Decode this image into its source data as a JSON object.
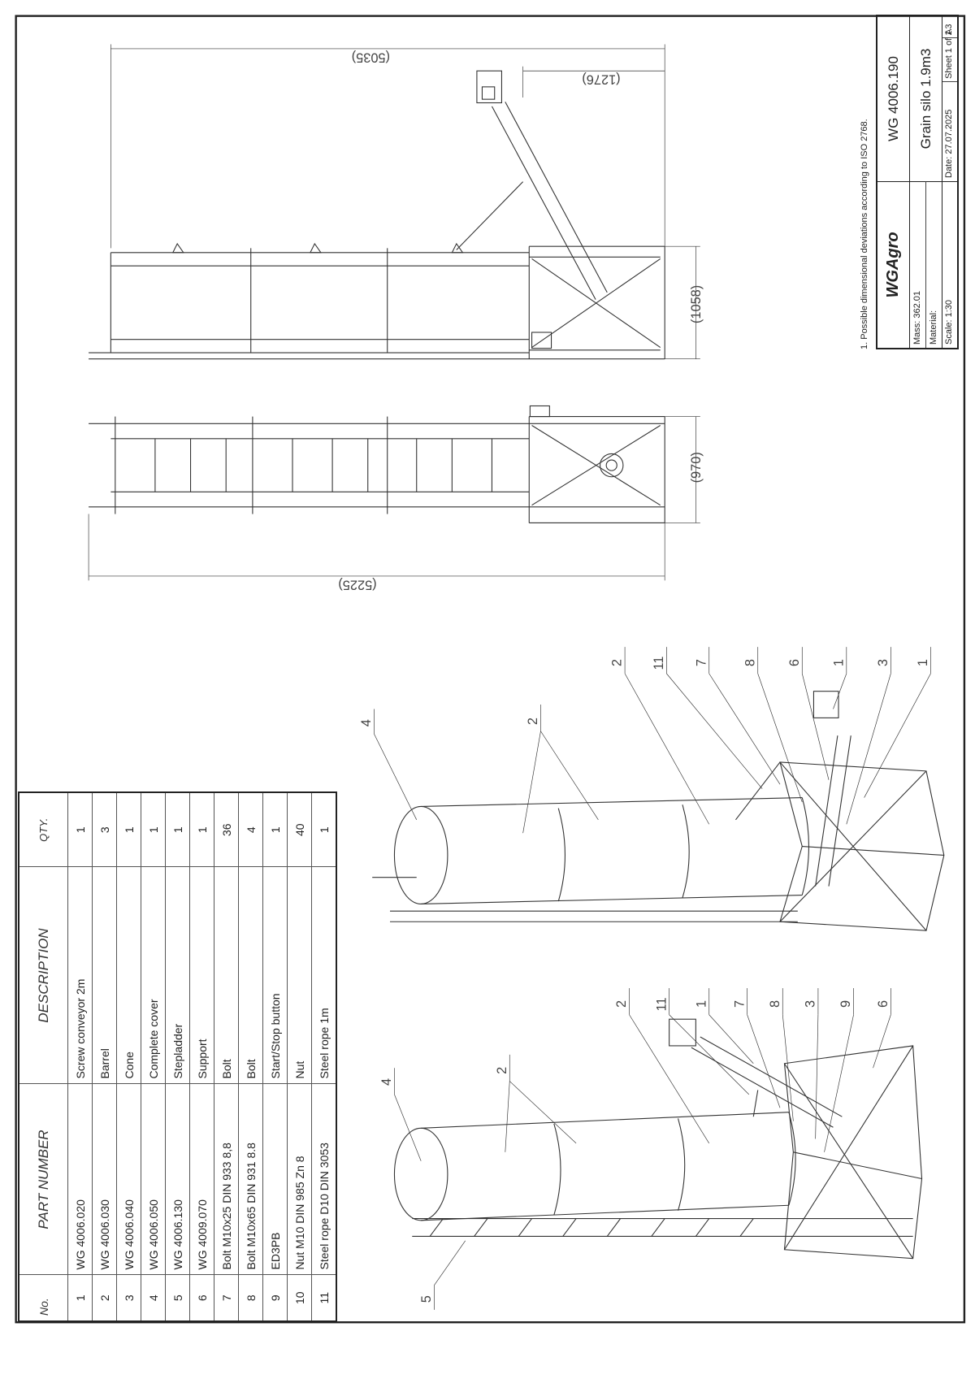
{
  "bom": {
    "headers": {
      "no": "No.",
      "part_number": "PART NUMBER",
      "description": "DESCRIPTION",
      "qty": "QTY."
    },
    "rows": [
      {
        "no": "1",
        "part_number": "WG 4006.020",
        "description": "Screw conveyor 2m",
        "qty": "1"
      },
      {
        "no": "2",
        "part_number": "WG 4006.030",
        "description": "Barrel",
        "qty": "3"
      },
      {
        "no": "3",
        "part_number": "WG 4006.040",
        "description": "Cone",
        "qty": "1"
      },
      {
        "no": "4",
        "part_number": "WG 4006.050",
        "description": "Complete cover",
        "qty": "1"
      },
      {
        "no": "5",
        "part_number": "WG 4006.130",
        "description": "Stepladder",
        "qty": "1"
      },
      {
        "no": "6",
        "part_number": "WG 4009.070",
        "description": "Support",
        "qty": "1"
      },
      {
        "no": "7",
        "part_number": "Bolt M10x25 DIN 933 8,8",
        "description": "Bolt",
        "qty": "36"
      },
      {
        "no": "8",
        "part_number": "Bolt M10x65 DIN 931 8.8",
        "description": "Bolt",
        "qty": "4"
      },
      {
        "no": "9",
        "part_number": "ED3PB",
        "description": "Start/Stop button",
        "qty": "1"
      },
      {
        "no": "10",
        "part_number": "Nut M10 DIN 985 Zn 8",
        "description": "Nut",
        "qty": "40"
      },
      {
        "no": "11",
        "part_number": "Steel rope D10 DIN 3053",
        "description": "Steel rope 1m",
        "qty": "1"
      }
    ]
  },
  "note": "1. Possible dimensional deviations according to ISO 2768.",
  "title_block": {
    "company": "WGAgro",
    "drawing_number": "WG 4006.190",
    "title": "Grain silo 1.9m3",
    "mass": "Mass: 362.01",
    "material": "Material:",
    "scale": "Scale: 1:30",
    "date": "Date: 27.07.2025",
    "sheet": "Sheet 1 of 1",
    "format": "A3"
  },
  "dimensions": {
    "side_height": "(5035)",
    "conveyor_offset": "(1276)",
    "side_width": "(1058)",
    "front_width": "(970)",
    "front_height": "(5225)"
  },
  "balloons_iso_top": [
    "4",
    "2",
    "2",
    "11",
    "7",
    "8",
    "6",
    "1",
    "3",
    "1"
  ],
  "balloons_iso_bottom": [
    "4",
    "2",
    "5",
    "2",
    "11",
    "1",
    "7",
    "8",
    "3",
    "9",
    "6"
  ]
}
